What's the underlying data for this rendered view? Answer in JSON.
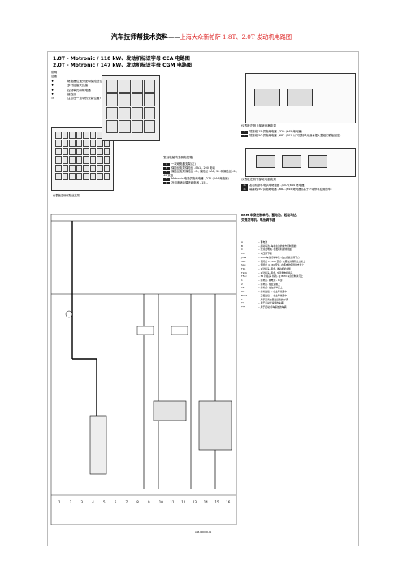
{
  "header": {
    "title": "汽车技师帮技术资料",
    "separator": "——",
    "subtitle": "上海大众新帕萨 1.8T、2.0T 发动机电路图"
  },
  "doc": {
    "title_line1": "1.8T - Motronic / 118 kW、发动机标识字母 CEA 电路图",
    "title_line2": "2.0T - Motronic / 147 kW、发动机标识字母 CGM 电路图",
    "section_label": "说明",
    "info_label": "信息",
    "bullets": [
      {
        "mark": "♦",
        "text": "继电器位置分配和保险丝位置分配"
      },
      {
        "mark": "♦",
        "text": "多针插接头连接"
      },
      {
        "mark": "♦",
        "text": "控制单元和继电器"
      },
      {
        "mark": "♦",
        "text": "接线点"
      },
      {
        "mark": "⇒",
        "text": "注意在一览中的安装位置!"
      }
    ],
    "fuse_panel_caption": "仪表板左侧保险丝支架",
    "upper_right_title": "仪表板左侧上部继电器支架",
    "upper_right_items": [
      {
        "key": "1",
        "text": "端接线 15 供电继电器 -J329-(645 继电器)"
      },
      {
        "key": "2",
        "text": "端接线 50 供电继电器 -J682-(501 以下控制单元继承插入整组门模板固定)"
      }
    ],
    "engine_compartment_title": "发动机舱内左侧电控箱",
    "engine_items": [
      {
        "key": "A",
        "text": "一次继电器支架(左)"
      },
      {
        "key": "B",
        "text": "保险丝支架保险丝 -SA1-, 200 安培"
      },
      {
        "key": "C",
        "text": "保险丝支架保险丝 -S-, 保险丝 SA1, 30 和保险丝 -S-, 40 安培"
      },
      {
        "key": "D",
        "text": "Motronic 电流供电继电器 -J271-(644 继电器)"
      },
      {
        "key": "E",
        "text": "冷却液继续循环继电器 -J151-"
      }
    ],
    "lower_right_title": "仪表板左侧下部继电器支架",
    "lower_right_items": [
      {
        "key": "2a",
        "text": "发动机部件电供电继电器 -J757-(644 继电器)"
      },
      {
        "key": "2b",
        "text": "端接线 50 供电继电器 -J682-(645 继电器)(高于不带停车应用的车)"
      }
    ],
    "diagram_title_l1": "BCM 车身控制单元、蓄电池、起动马达、",
    "diagram_title_l2": "交流发电机、电压调节器",
    "footer_code": "ASB-000000-01"
  },
  "legend": [
    {
      "key": "A",
      "text": "— 蓄电池"
    },
    {
      "key": "B",
      "text": "— 起动马达, 车右左边的前方控制器前"
    },
    {
      "key": "C",
      "text": "— 交流发电机, 在发动机右侧前面"
    },
    {
      "key": "C1",
      "text": "— 电压调节器"
    },
    {
      "key": "J519",
      "text": "— BCM 车身控制单元, 在仪表板左侧下方"
    },
    {
      "key": "SA1",
      "text": "— 保险丝 1 , 200 安培, 在蓄电池保险丝支架上"
    },
    {
      "key": "SA4",
      "text": "— 保险丝 4 , 80 安培, 在蓄电池保险丝支架上"
    },
    {
      "key": "T1b",
      "text": "— 1 针插头, 黑色, 发动机舱左侧"
    },
    {
      "key": "T2ab",
      "text": "— 2 针插头, 黑色, 交流发电机插头"
    },
    {
      "key": "T52c",
      "text": "— 52 针插头, 棕色, 在 BCM 车身控制单元上"
    },
    {
      "key": "1",
      "text": "— 接地点, 蓄电池 - 车身"
    },
    {
      "key": "2",
      "text": "— 接地点, 在变速箱上"
    },
    {
      "key": "12",
      "text": "— 接地点, 在左前纵梁上"
    },
    {
      "key": "671",
      "text": "— 接地连接 1, 在主导线束中"
    },
    {
      "key": "B272",
      "text": "— 正极连接 1, 在主导线束中"
    },
    {
      "key": "*",
      "text": "— 用于双离合器变速箱的车辆"
    },
    {
      "key": "**",
      "text": "— 用于手动变速箱的车辆"
    },
    {
      "key": "***",
      "text": "— 用于起动/停车系统的车辆"
    }
  ],
  "grid_numbers": [
    "1",
    "2",
    "3",
    "4",
    "5",
    "6",
    "7",
    "8",
    "9",
    "10",
    "11",
    "12",
    "13",
    "14",
    "15",
    "16"
  ]
}
